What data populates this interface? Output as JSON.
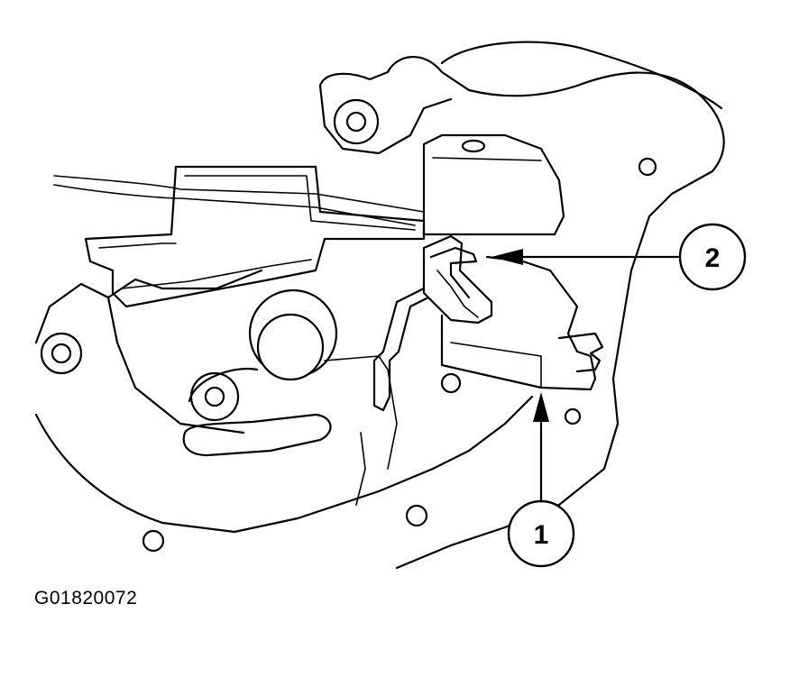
{
  "figure_code": "G01820072",
  "callouts": [
    {
      "label": "1"
    },
    {
      "label": "2"
    }
  ]
}
